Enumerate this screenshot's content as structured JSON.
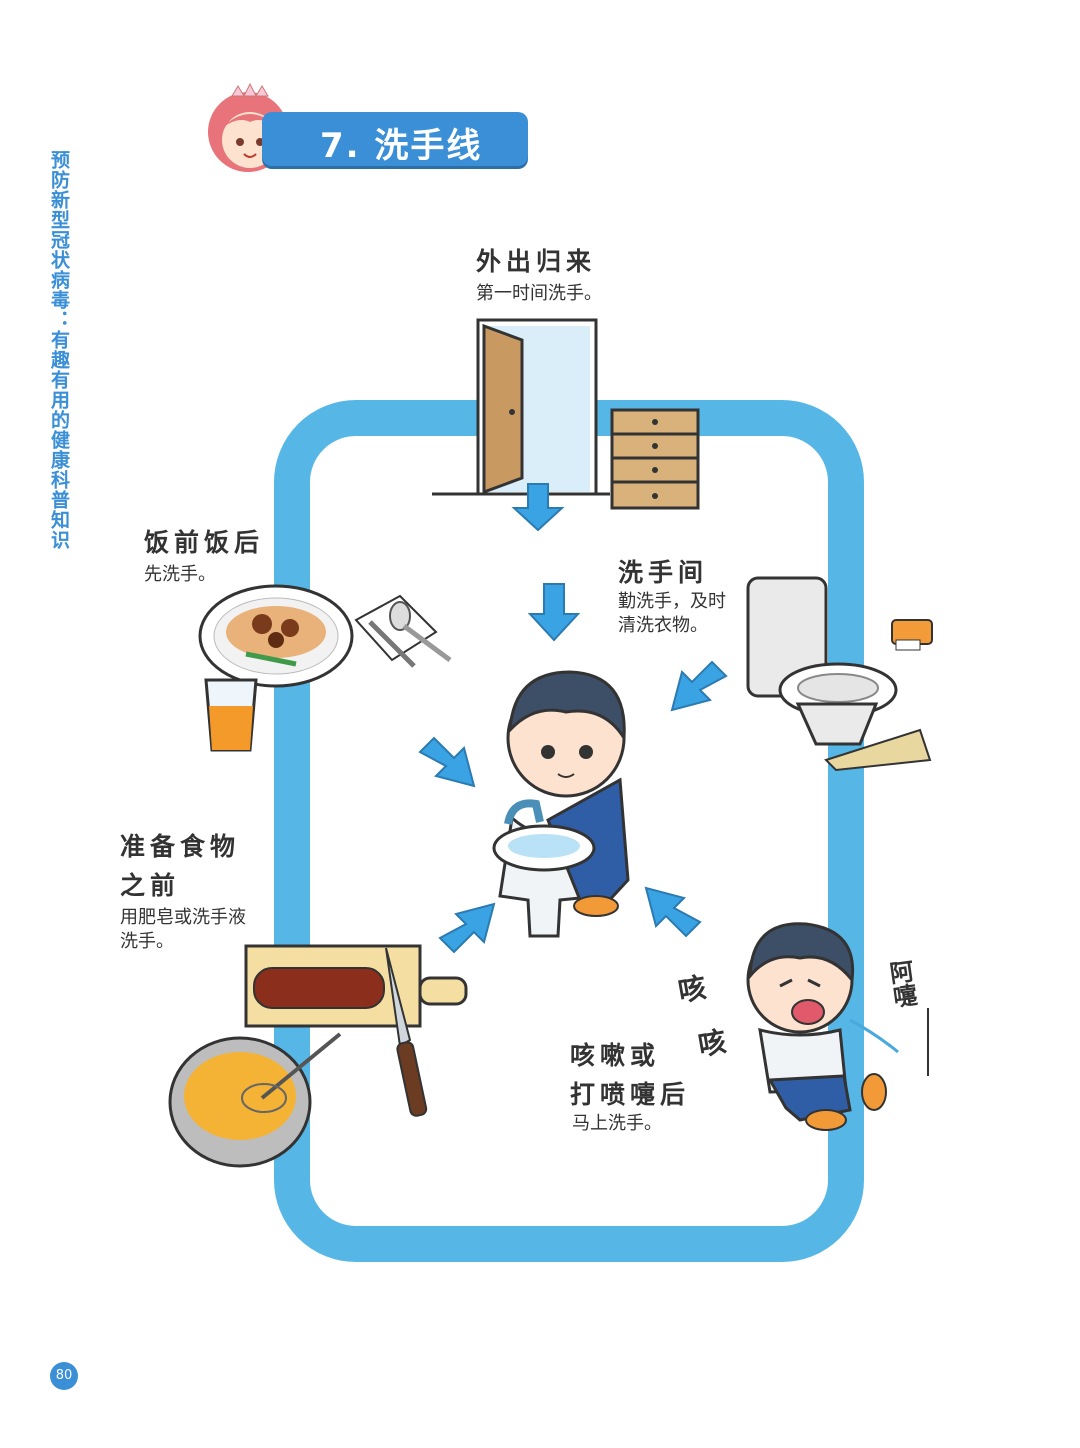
{
  "side_title": "预防新型冠状病毒：有趣有用的健康科普知识",
  "title": "7. 洗手线",
  "sections": {
    "going_out": {
      "heading": "外出归来",
      "desc": "第一时间洗手。"
    },
    "meals": {
      "heading": "饭前饭后",
      "desc": "先洗手。"
    },
    "restroom": {
      "heading": "洗手间",
      "desc_line1": "勤洗手，及时",
      "desc_line2": "清洗衣物。"
    },
    "food_prep": {
      "heading_line1": "准备食物",
      "heading_line2": "之前",
      "desc_line1": "用肥皂或洗手液",
      "desc_line2": "洗手。"
    },
    "cough": {
      "heading_line1": "咳嗽或",
      "heading_line2": "打喷嚏后",
      "desc": "马上洗手。"
    }
  },
  "sounds": {
    "cough1": "咳",
    "cough2": "咳",
    "sneeze": "阿嚏"
  },
  "page_number": "80",
  "colors": {
    "accent": "#3a8fd6",
    "loop": "#56b7e6",
    "arrow": "#3aa3e3"
  }
}
